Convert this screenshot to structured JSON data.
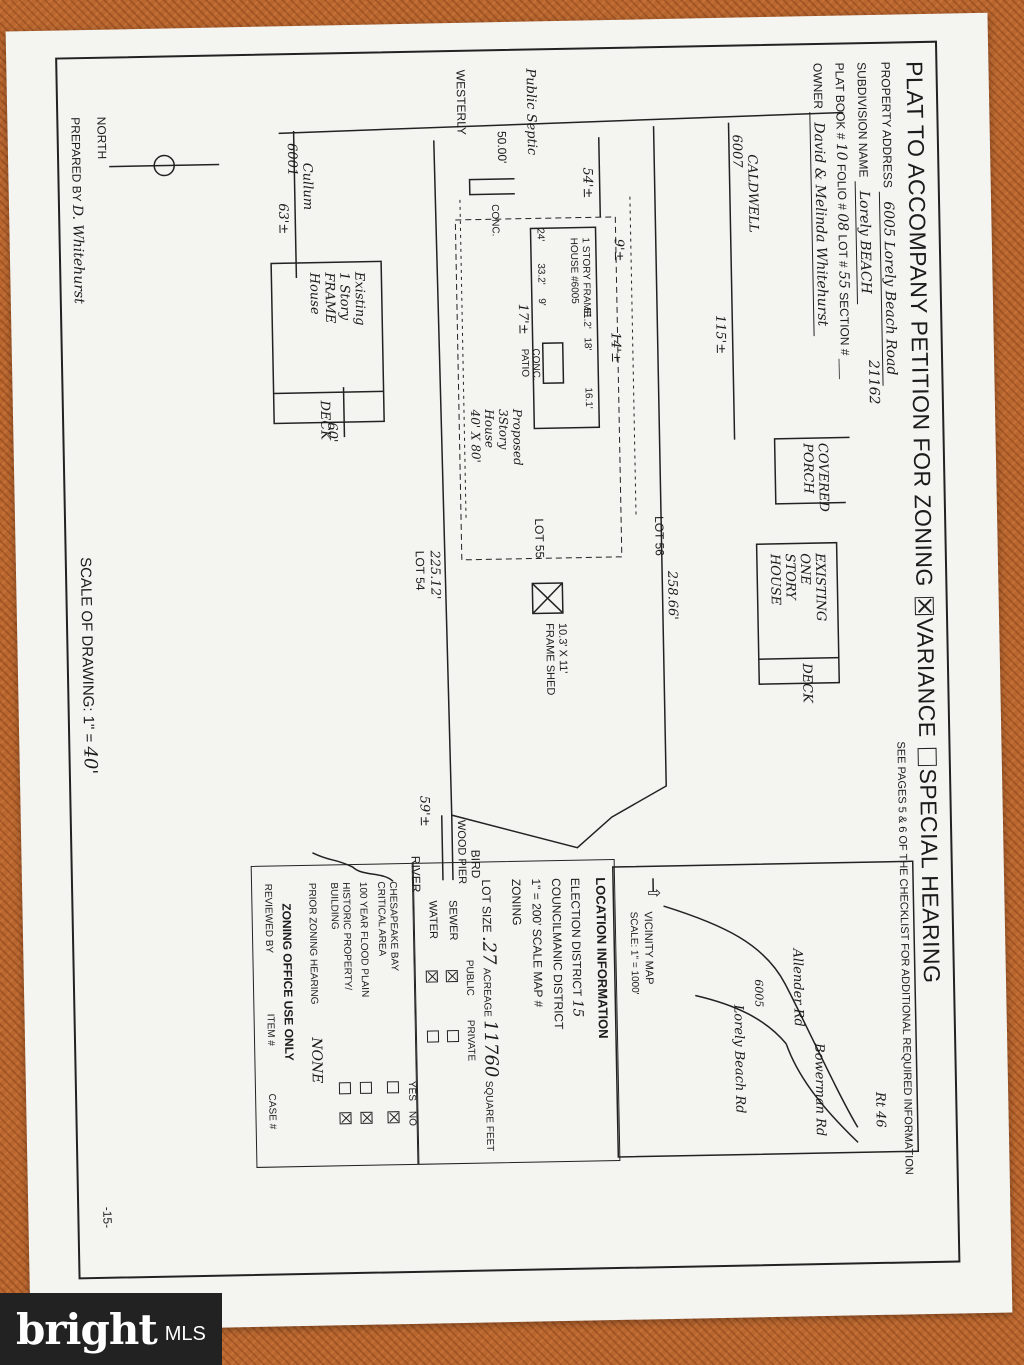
{
  "header": {
    "title_prefix": "PLAT TO ACCOMPANY PETITION FOR ZONING",
    "opt_variance": "VARIANCE",
    "opt_special": "SPECIAL HEARING",
    "see_pages": "SEE PAGES 5 & 6 OF THE CHECKLIST FOR ADDITIONAL REQUIRED INFORMATION",
    "property_address_label": "PROPERTY ADDRESS",
    "property_address_value": "6005 Lorely Beach Road",
    "zip": "21162",
    "subdivision_label": "SUBDIVISION NAME",
    "subdivision_value": "Lorely BEACH",
    "plat_book_label": "PLAT BOOK #",
    "plat_book_value": "10",
    "folio_label": "FOLIO #",
    "folio_value": "08",
    "lot_label": "LOT #",
    "lot_value": "55",
    "section_label": "SECTION #",
    "owner_label": "OWNER",
    "owner_value": "David & Melinda Whitehurst"
  },
  "plat": {
    "road_left": "6001",
    "road_left_name": "Cullum",
    "road_right": "6007",
    "road_right_name": "CALDWELL",
    "westerly": "WESTERLY",
    "public_septic": "Public Septic",
    "front_dim": "50.00'",
    "dim_63": "63'±",
    "dim_115": "115'±",
    "dim_54": "54'±",
    "dim_9": "9'±",
    "dim_14": "14'±",
    "dim_17": "17'±",
    "dim_60": "60'",
    "dim_59": "59'±",
    "side_left": "225.12'",
    "side_right": "258.66'",
    "left_house": [
      "Existing",
      "1 Story",
      "FRAME",
      "House"
    ],
    "deck": "DECK",
    "right_house": [
      "EXISTING",
      "ONE",
      "STORY",
      "HOUSE"
    ],
    "covered_porch": [
      "COVERED",
      "PORCH"
    ],
    "lot_54": "LOT 54",
    "lot_55": "LOT 55",
    "lot_56": "LOT 56",
    "existing_house_lines": [
      "1 STORY FRAME",
      "HOUSE #6005"
    ],
    "dim_512": "51.2'",
    "dim_24": "24'",
    "dim_332": "33.2'",
    "dim_9b": "9'",
    "dim_18": "18'",
    "dim_161": "16.1'",
    "proposed": [
      "Proposed",
      "3Story",
      "House",
      "40' X 80'"
    ],
    "conc": "CONC.",
    "conc_patio": [
      "CONC.",
      "PATIO"
    ],
    "shed": [
      "10.3' X 11'",
      "FRAME SHED"
    ],
    "wood_pier": "WOOD PIER",
    "bird": "BIRD",
    "river": "RIVER",
    "north": "NORTH",
    "prepared_by_label": "PREPARED BY",
    "prepared_by_value": "D. Whitehurst",
    "scale_label": "SCALE OF DRAWING: 1\" =",
    "scale_value": "40'"
  },
  "vicinity": {
    "r146": "Rt 46",
    "allender": "Allender Rd",
    "bowerman": "Bowerman Rd",
    "lorely": "Lorely Beach Rd",
    "addr": "6005",
    "title": "VICINITY MAP",
    "scale": "SCALE: 1\" = 1000'"
  },
  "location": {
    "title": "LOCATION INFORMATION",
    "election_district_label": "ELECTION DISTRICT",
    "election_district_value": "15",
    "councilmanic_label": "COUNCILMANIC DISTRICT",
    "scale_map_label": "1\" = 200' SCALE MAP #",
    "zoning_label": "ZONING",
    "lot_size_label": "LOT SIZE",
    "acreage_value": ".27",
    "acreage_label": "ACREAGE",
    "sqft_value": "11760",
    "sqft_label": "SQUARE FEET",
    "public": "PUBLIC",
    "private": "PRIVATE",
    "sewer": "SEWER",
    "water": "WATER",
    "yes": "YES",
    "no": "NO",
    "chesapeake": [
      "CHESAPEAKE BAY",
      "CRITICAL AREA"
    ],
    "flood": "100 YEAR FLOOD PLAIN",
    "historic": [
      "HISTORIC PROPERTY/",
      "BUILDING"
    ],
    "prior_label": "PRIOR ZONING HEARING",
    "prior_value": "NONE",
    "office_use": "ZONING OFFICE USE ONLY",
    "reviewed_by": "REVIEWED BY",
    "item": "ITEM #",
    "case": "CASE #"
  },
  "page_number": "-15-",
  "watermark": {
    "logo": "bright",
    "suffix": "MLS"
  }
}
